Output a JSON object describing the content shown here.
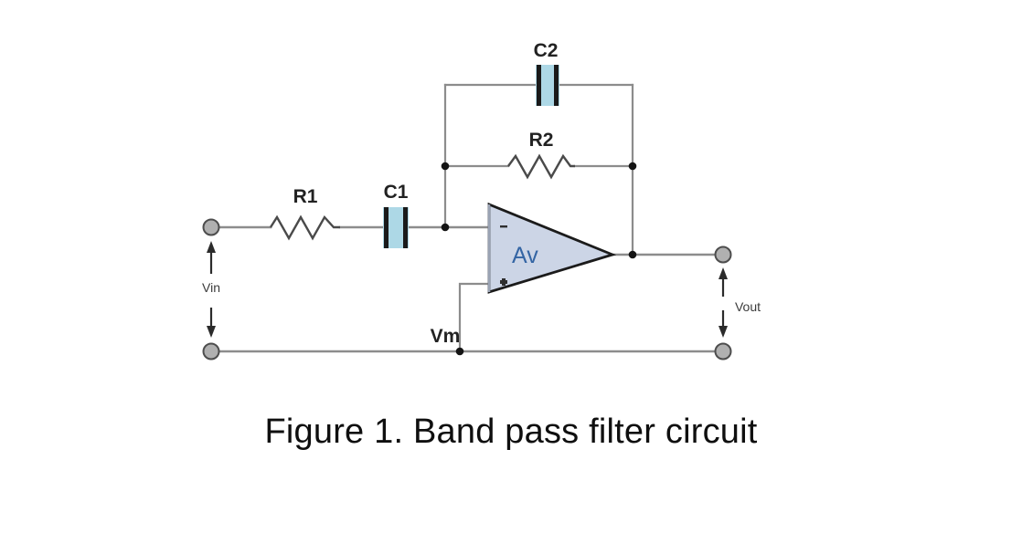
{
  "figure": {
    "caption": "Figure 1. Band pass filter circuit",
    "title": "Band pass filter circuit",
    "number": "Figure 1."
  },
  "circuit": {
    "type": "band-pass-filter",
    "topology": "inverting op-amp band pass filter",
    "components": [
      {
        "id": "R1",
        "label": "R1",
        "kind": "resistor",
        "orientation": "horizontal",
        "position": "input series"
      },
      {
        "id": "C1",
        "label": "C1",
        "kind": "capacitor",
        "orientation": "vertical-plates",
        "position": "input series"
      },
      {
        "id": "R2",
        "label": "R2",
        "kind": "resistor",
        "orientation": "horizontal",
        "position": "feedback"
      },
      {
        "id": "C2",
        "label": "C2",
        "kind": "capacitor",
        "orientation": "vertical-plates",
        "position": "feedback"
      },
      {
        "id": "Av",
        "label": "Av",
        "kind": "op-amp",
        "orientation": "right-facing-triangle",
        "inputs": [
          "-",
          "+"
        ]
      }
    ],
    "nodes": [
      {
        "id": "Vin",
        "label": "Vin",
        "kind": "port-pair",
        "arrow": "double-headed-vertical"
      },
      {
        "id": "Vm",
        "label": "Vm",
        "kind": "reference-node"
      },
      {
        "id": "Vout",
        "label": "Vout",
        "kind": "port-pair",
        "arrow": "double-headed-vertical"
      }
    ],
    "opamp": {
      "gain_label": "Av",
      "inverting_label": "-",
      "noninverting_label": "+"
    },
    "colors": {
      "capacitor_fill": "#ADD8E6",
      "capacitor_plate": "#1a1a1a",
      "opamp_fill": "#ccd5e6",
      "opamp_outline": "#1b1b1b",
      "gain_text": "#3465a4",
      "wire": "#8c8c8c",
      "terminal_fill": "#b0b0b0",
      "terminal_stroke": "#4d4d4d",
      "label_text": "#222222",
      "background": "#ffffff"
    }
  }
}
